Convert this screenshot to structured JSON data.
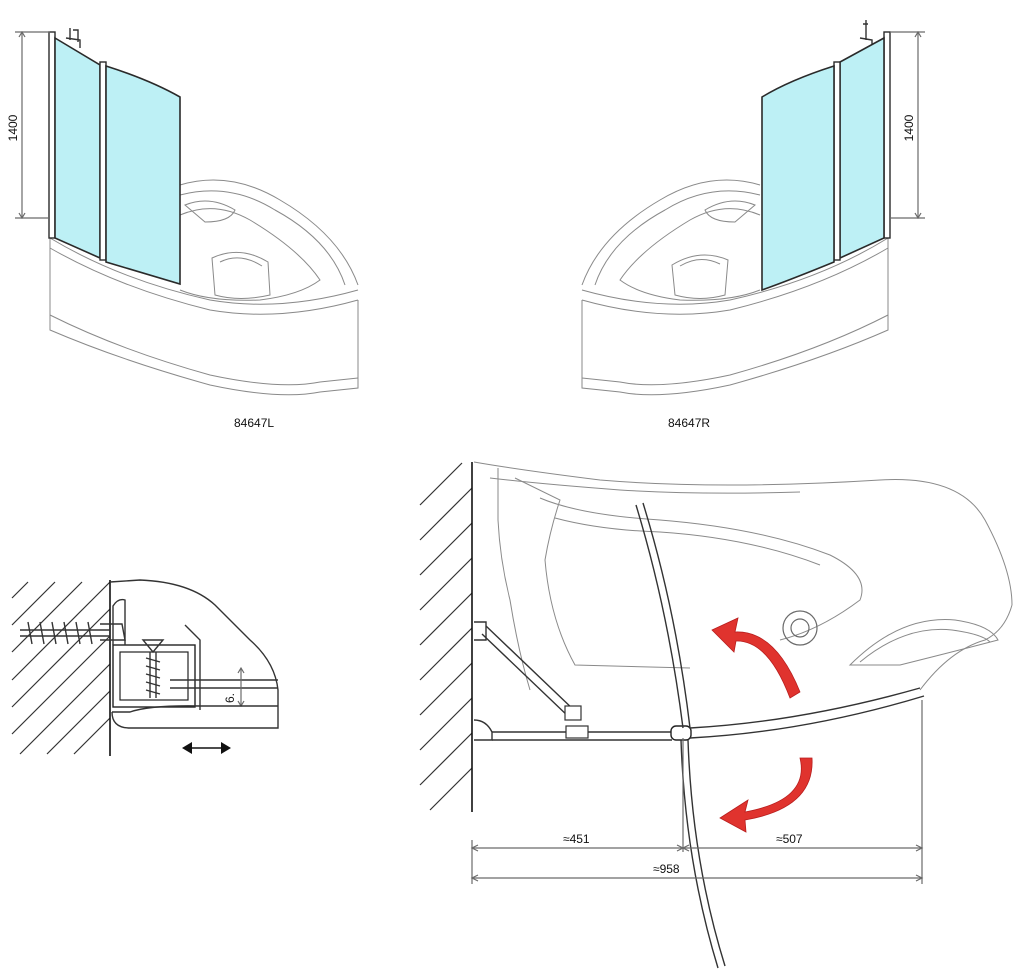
{
  "models": {
    "left": {
      "code": "84647L",
      "height_label": "1400"
    },
    "right": {
      "code": "84647R",
      "height_label": "1400"
    }
  },
  "detail": {
    "gap_label": "6."
  },
  "plan": {
    "dim_left": "≈451",
    "dim_right": "≈507",
    "dim_total": "≈958"
  },
  "colors": {
    "glass": "#bdf0f5",
    "rotation_arrow": "#e0332e",
    "line": "#8a8a8a"
  }
}
